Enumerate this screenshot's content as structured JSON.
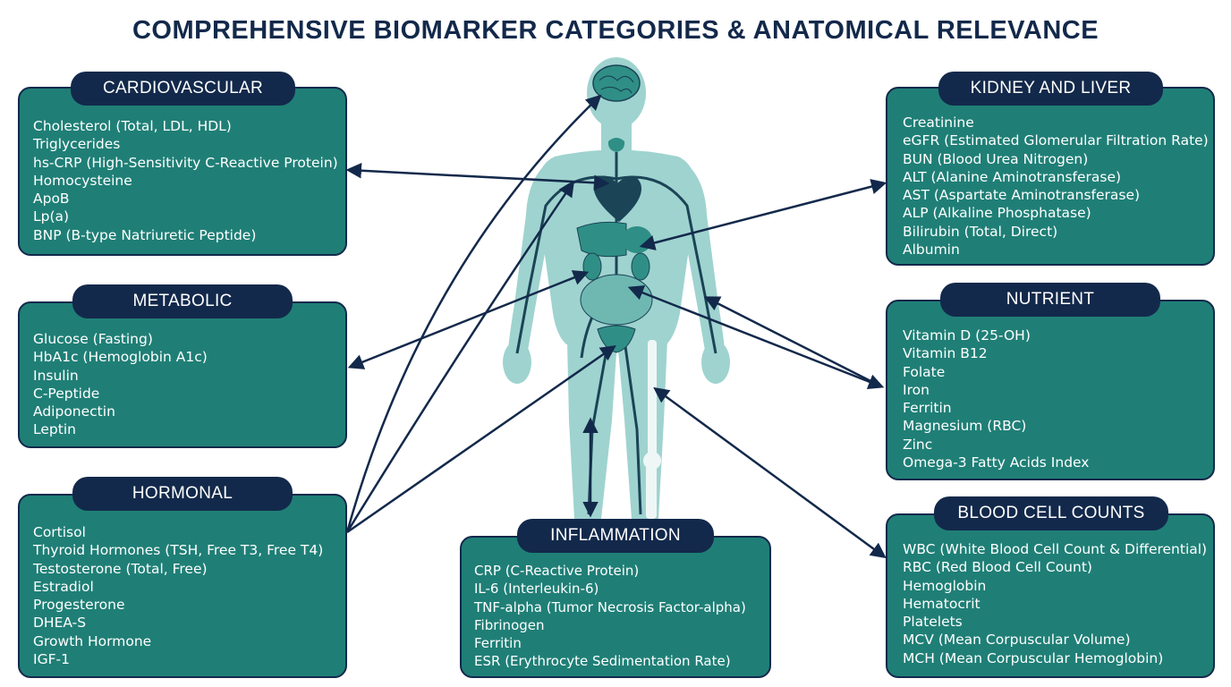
{
  "title": "COMPREHENSIVE BIOMARKER CATEGORIES & ANATOMICAL RELEVANCE",
  "colors": {
    "panel_fill": "#1f7f76",
    "panel_border": "#13294b",
    "pill_fill": "#13294b",
    "body_fill": "#9fd3cf",
    "organ_fill": "#2f8f86",
    "vessel": "#1b4457",
    "arrow": "#13294b",
    "title": "#13294b"
  },
  "categories": {
    "cardiovascular": {
      "label": "CARDIOVASCULAR",
      "items": [
        "Cholesterol (Total, LDL, HDL)",
        "Triglycerides",
        "hs-CRP (High-Sensitivity C-Reactive Protein)",
        "Homocysteine",
        "ApoB",
        "Lp(a)",
        "BNP (B-type Natriuretic Peptide)"
      ]
    },
    "metabolic": {
      "label": "METABOLIC",
      "items": [
        "Glucose (Fasting)",
        "HbA1c (Hemoglobin A1c)",
        "Insulin",
        "C-Peptide",
        "Adiponectin",
        "Leptin"
      ]
    },
    "hormonal": {
      "label": "HORMONAL",
      "items": [
        "Cortisol",
        "Thyroid Hormones (TSH, Free T3, Free T4)",
        "Testosterone (Total, Free)",
        "Estradiol",
        "Progesterone",
        "DHEA-S",
        "Growth Hormone",
        "IGF-1"
      ]
    },
    "inflammation": {
      "label": "INFLAMMATION",
      "items": [
        "CRP (C-Reactive Protein)",
        "IL-6 (Interleukin-6)",
        "TNF-alpha (Tumor Necrosis Factor-alpha)",
        "Fibrinogen",
        "Ferritin",
        "ESR (Erythrocyte Sedimentation Rate)"
      ]
    },
    "kidney_liver": {
      "label": "KIDNEY AND LIVER",
      "items": [
        "Creatinine",
        "eGFR (Estimated Glomerular Filtration Rate)",
        "BUN (Blood Urea Nitrogen)",
        "ALT (Alanine Aminotransferase)",
        "AST (Aspartate Aminotransferase)",
        "ALP (Alkaline Phosphatase)",
        "Bilirubin (Total, Direct)",
        "Albumin"
      ]
    },
    "nutrient": {
      "label": "NUTRIENT",
      "items": [
        "Vitamin D (25-OH)",
        "Vitamin B12",
        "Folate",
        "Iron",
        "Ferritin",
        "Magnesium (RBC)",
        "Zinc",
        "Omega-3 Fatty Acids Index"
      ]
    },
    "blood_cell_counts": {
      "label": "BLOOD CELL COUNTS",
      "items": [
        "WBC (White Blood Cell Count & Differential)",
        "RBC (Red Blood Cell Count)",
        "Hemoglobin",
        "Hematocrit",
        "Platelets",
        "MCV (Mean Corpuscular Volume)",
        "MCH (Mean Corpuscular Hemoglobin)"
      ]
    }
  },
  "icons": [
    "human-body-icon",
    "brain-icon",
    "heart-icon",
    "liver-icon",
    "kidney-icon",
    "thyroid-icon",
    "uterus-icon",
    "bone-icon"
  ]
}
